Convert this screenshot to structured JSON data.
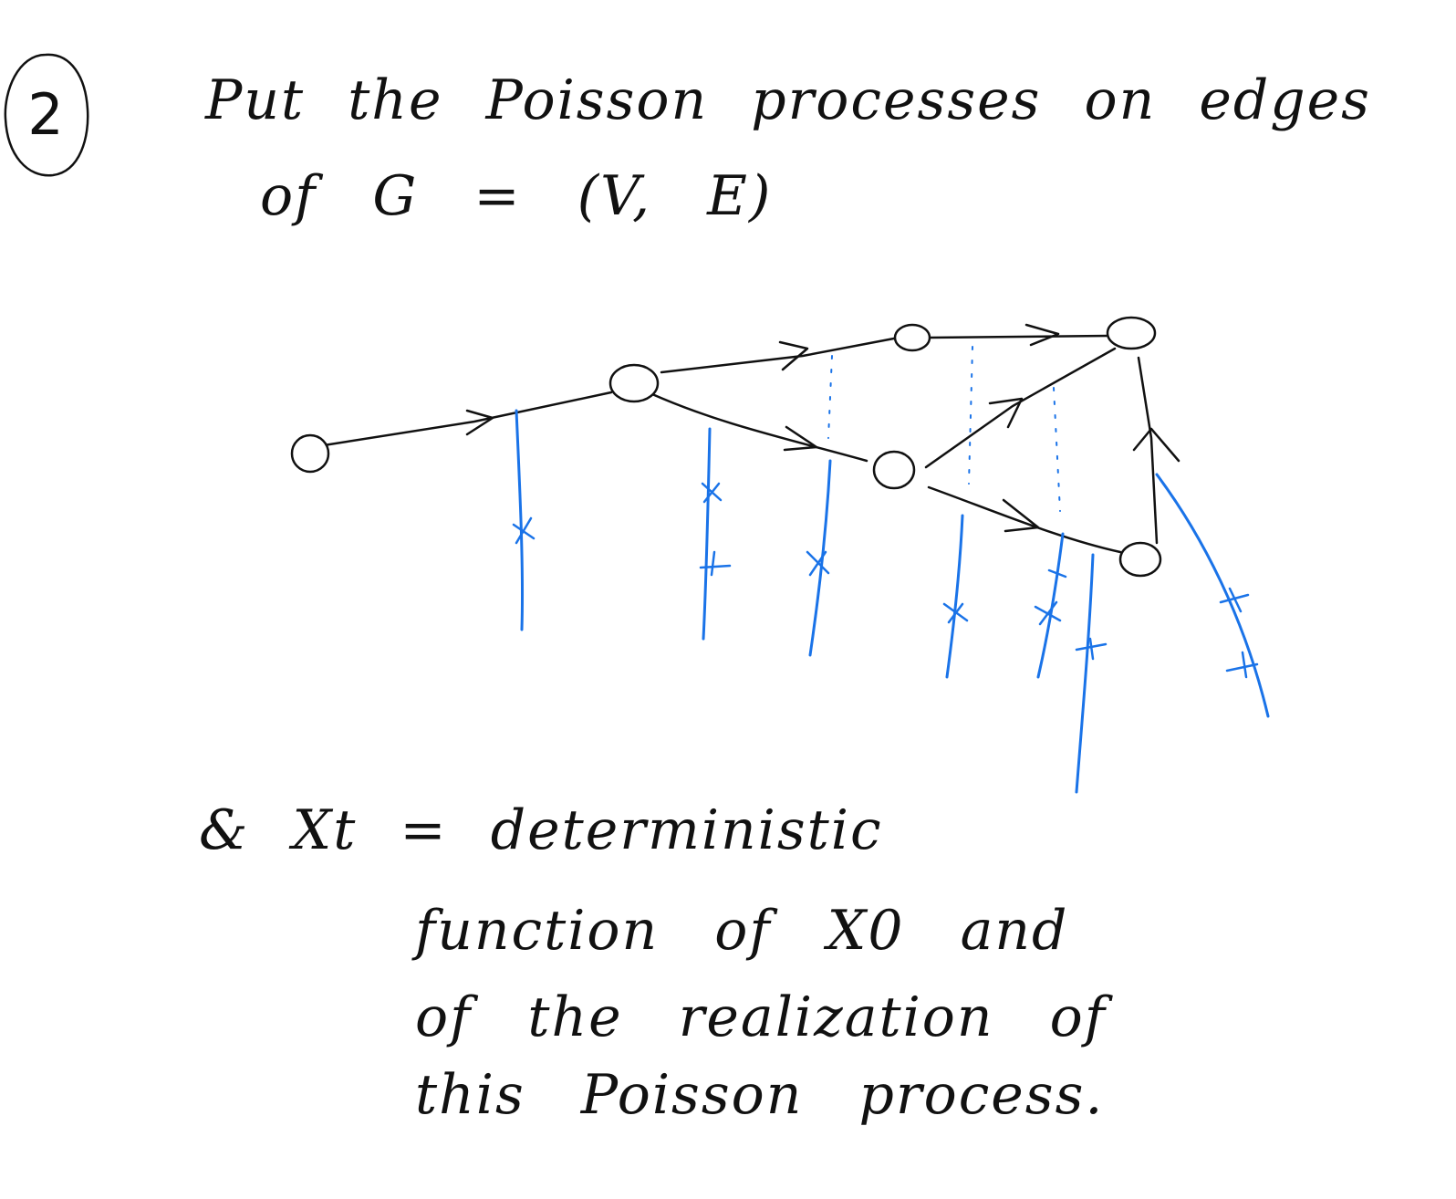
{
  "step": {
    "number": "2"
  },
  "intro": {
    "line1": "Put the Poisson processes on edges",
    "line2": "of G = (V, E)"
  },
  "description": {
    "line1": "& Xt = deterministic",
    "line2": "function of X0 and",
    "line3": "of the realization of",
    "line4": "this Poisson process."
  },
  "colors": {
    "ink": "#111111",
    "poisson_line": "#1a73e8"
  }
}
